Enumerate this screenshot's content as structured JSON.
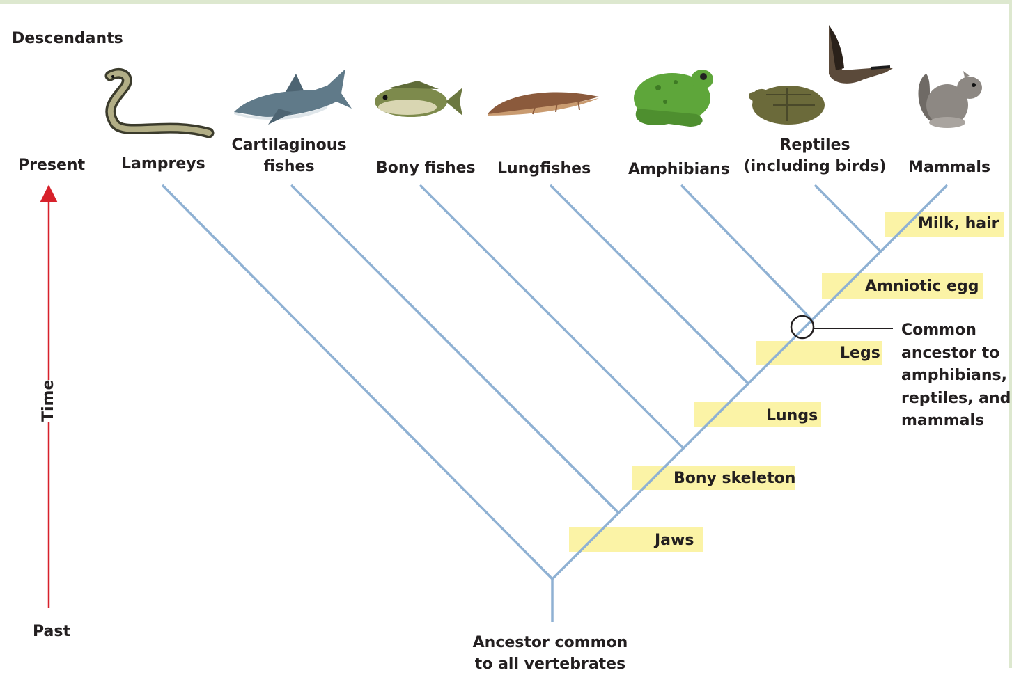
{
  "heading": "Descendants",
  "time_axis": {
    "top": "Present",
    "middle": "Time",
    "bottom": "Past"
  },
  "taxa": [
    {
      "name": "Lampreys",
      "icon": "lamprey-icon"
    },
    {
      "name_line1": "Cartilaginous",
      "name_line2": "fishes",
      "icon": "shark-icon"
    },
    {
      "name": "Bony fishes",
      "icon": "bass-fish-icon"
    },
    {
      "name": "Lungfishes",
      "icon": "lungfish-icon"
    },
    {
      "name": "Amphibians",
      "icon": "frog-icon"
    },
    {
      "name_line1": "Reptiles",
      "name_line2": "(including birds)",
      "icon": "turtle-goose-icon"
    },
    {
      "name": "Mammals",
      "icon": "squirrel-icon"
    }
  ],
  "traits": [
    "Jaws",
    "Bony skeleton",
    "Lungs",
    "Legs",
    "Amniotic egg",
    "Milk, hair"
  ],
  "callout": {
    "lines": [
      "Common",
      "ancestor to",
      "amphibians,",
      "reptiles, and",
      "mammals"
    ]
  },
  "root": {
    "line1": "Ancestor common",
    "line2": "to all vertebrates"
  },
  "colors": {
    "branch": "#8fb1d3",
    "arrow": "#d7212b",
    "trait_highlight": "#fbf3a6",
    "frame": "#dde8cf"
  }
}
